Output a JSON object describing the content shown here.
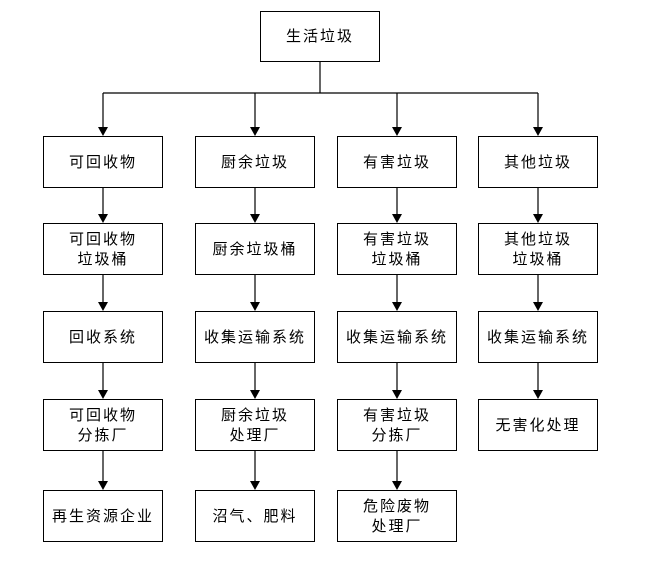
{
  "diagram": {
    "type": "flowchart",
    "root": {
      "label": "生活垃圾"
    },
    "columns": [
      {
        "name": "recyclable",
        "nodes": [
          "可回收物",
          "可回收物\n垃圾桶",
          "回收系统",
          "可回收物\n分拣厂",
          "再生资源企业"
        ]
      },
      {
        "name": "kitchen-waste",
        "nodes": [
          "厨余垃圾",
          "厨余垃圾桶",
          "收集运输系统",
          "厨余垃圾\n处理厂",
          "沼气、肥料"
        ]
      },
      {
        "name": "hazardous-waste",
        "nodes": [
          "有害垃圾",
          "有害垃圾\n垃圾桶",
          "收集运输系统",
          "有害垃圾\n分拣厂",
          "危险废物\n处理厂"
        ]
      },
      {
        "name": "other-waste",
        "nodes": [
          "其他垃圾",
          "其他垃圾\n垃圾桶",
          "收集运输系统",
          "无害化处理"
        ]
      }
    ],
    "colors": {
      "line": "#000000",
      "border": "#000000",
      "text": "#000000",
      "background": "#ffffff"
    }
  }
}
